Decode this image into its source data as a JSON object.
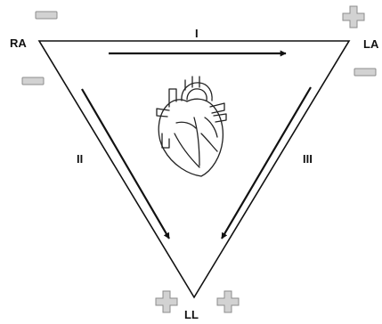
{
  "vertices": {
    "ra": "RA",
    "la": "LA",
    "ll": "LL"
  },
  "leads": {
    "i": "I",
    "ii": "II",
    "iii": "III"
  },
  "colors": {
    "stroke": "#111111",
    "sign_fill": "#d2d2d2",
    "sign_stroke": "#8c8c8c"
  },
  "icons": {
    "center": "heart-icon",
    "negative": "minus-sign-icon",
    "positive": "plus-sign-icon"
  }
}
